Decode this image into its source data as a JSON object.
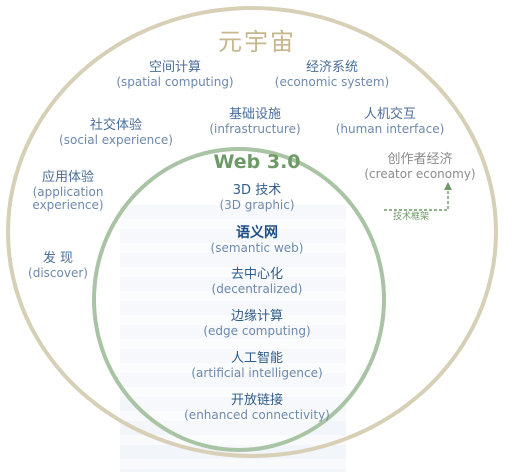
{
  "colors": {
    "outer_ring": "#d7cfb6",
    "inner_ring": "#a9c4a4",
    "outer_title": "#c7b78c",
    "inner_title": "#6f9a67",
    "label_blue": "#4a6d9a",
    "arrow_green": "#6f9a67",
    "gray_label": "#8b8b8b"
  },
  "outer": {
    "title": "元宇宙",
    "items": {
      "spatial": {
        "zh": "空间计算",
        "en": "(spatial computing)"
      },
      "economic": {
        "zh": "经济系统",
        "en": "(economic system)"
      },
      "infrastructure": {
        "zh": "基础设施",
        "en": "(infrastructure)"
      },
      "social": {
        "zh": "社交体验",
        "en": "(social experience)"
      },
      "human": {
        "zh": "人机交互",
        "en": "(human interface)"
      },
      "application": {
        "zh": "应用体验",
        "en1": "(application",
        "en2": "experience)"
      },
      "discover": {
        "zh": "发 现",
        "en": "(discover)"
      },
      "creator": {
        "zh": "创作者经济",
        "en": "(creator economy)"
      }
    }
  },
  "inner": {
    "title": "Web 3.0",
    "items": {
      "graphic": {
        "zh": "3D 技术",
        "en": "(3D graphic)"
      },
      "semantic": {
        "zh": "语义网",
        "en": "(semantic web)"
      },
      "decentralized": {
        "zh": "去中心化",
        "en": "(decentralized)"
      },
      "edge": {
        "zh": "边缘计算",
        "en": "(edge computing)"
      },
      "ai": {
        "zh": "人工智能",
        "en": "(artificial intelligence)"
      },
      "connectivity": {
        "zh": "开放链接",
        "en": "(enhanced connectivity)"
      }
    }
  },
  "arrow": {
    "label": "技术框架"
  }
}
